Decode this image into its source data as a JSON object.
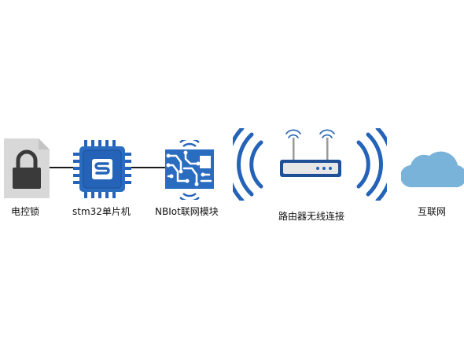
{
  "diagram": {
    "nodes": [
      {
        "id": "lock",
        "label": "电控锁",
        "icon": "padlock-document-icon"
      },
      {
        "id": "mcu",
        "label": "stm32单片机",
        "icon": "microchip-icon"
      },
      {
        "id": "nbiot",
        "label": "NBIot联网模块",
        "icon": "wireless-circuit-board-icon"
      },
      {
        "id": "router",
        "label": "路由器无线连接",
        "icon": "wifi-router-icon"
      },
      {
        "id": "internet",
        "label": "互联网",
        "icon": "cloud-icon"
      }
    ],
    "edges": [
      {
        "from": "lock",
        "to": "mcu",
        "style": "solid-line"
      },
      {
        "from": "mcu",
        "to": "nbiot",
        "style": "solid-line"
      }
    ],
    "colors": {
      "blue_primary": "#2563b8",
      "blue_dark": "#1f4f96",
      "chip_body": "#2a6cc0",
      "lock_bg": "#d8d8d8",
      "lock_body": "#3a3a3a",
      "cloud": "#7ab3d9",
      "router_body": "#e7e7e7",
      "line": "#1a1a1a"
    }
  }
}
